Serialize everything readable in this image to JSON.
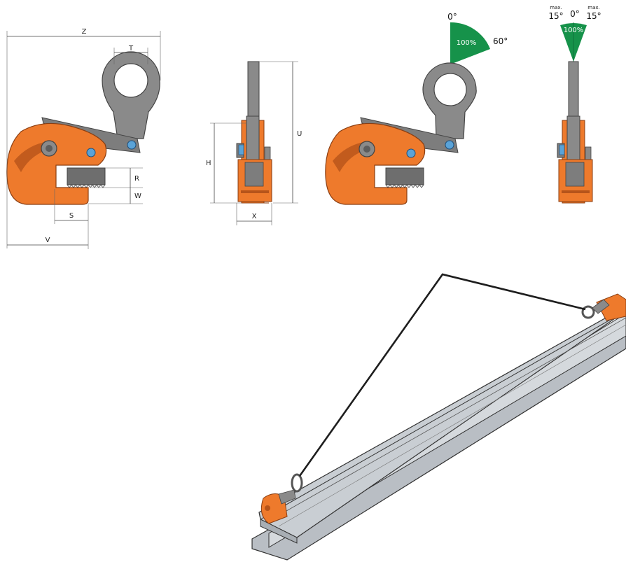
{
  "colors": {
    "body": "#ee7a2c",
    "body_dark": "#b6541a",
    "eye": "#8a8a8a",
    "eye_dark": "#5d5d5d",
    "sector": "#16924a",
    "pin": "#5aa3d8",
    "beam": "#c9ced3"
  },
  "dimensions": {
    "z": "Z",
    "t": "T",
    "r": "R",
    "w": "W",
    "s": "S",
    "v": "V",
    "h": "H",
    "u": "U",
    "x": "X"
  },
  "angle_diagram_1": {
    "zero": "0°",
    "sixty": "60°",
    "pct": "100%"
  },
  "angle_diagram_2": {
    "max_left": "max.",
    "max_right": "max.",
    "left": "15°",
    "zero": "0°",
    "right": "15°",
    "pct": "100%"
  },
  "icons": [
    "plate-clamp-side-view",
    "plate-clamp-front-view",
    "lift-angle-sector",
    "lift-angle-cone",
    "i-beam-lifting-illustration"
  ]
}
